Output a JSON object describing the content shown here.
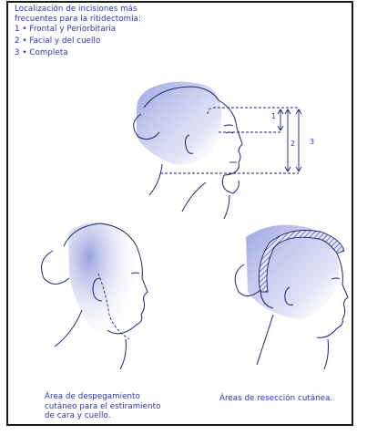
{
  "title_lines": [
    "Localización de incisiones más",
    "frecuentes para la ritidectomía:"
  ],
  "legend": [
    "1 • Frontal y Periorbitaria",
    "2 • Facial y del cuello",
    "3 • Completa"
  ],
  "dimension_labels": [
    "1",
    "2",
    "3"
  ],
  "captions": {
    "left_lines": [
      "Área de despegamiento",
      "cutáneo para el estiramiento",
      "de cara y cuello."
    ],
    "right": "Áreas de resección cutánea."
  },
  "colors": {
    "line": "#1e2270",
    "text": "#2a2fb3",
    "shade": "#7f89d6"
  }
}
